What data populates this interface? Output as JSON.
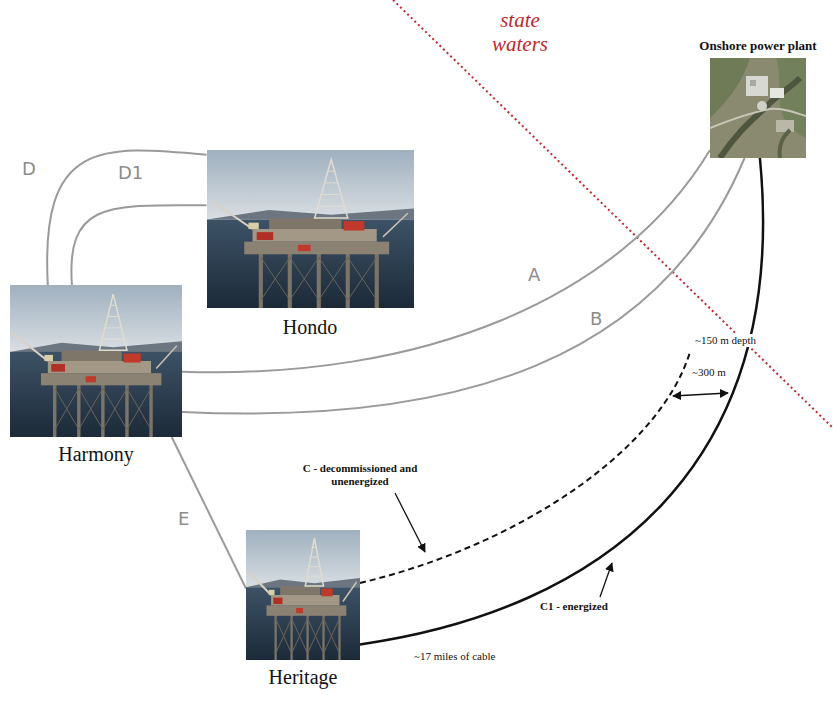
{
  "diagram": {
    "nodes": [
      {
        "text": [
          "Onshore power plant"
        ]
      },
      {
        "text": [
          "Hondo"
        ]
      },
      {
        "text": [
          "Harmony"
        ]
      },
      {
        "text": [
          "Heritage"
        ]
      }
    ],
    "edges": [
      {
        "from": 2,
        "to": 1,
        "arrow": "none",
        "label": "D"
      },
      {
        "from": 2,
        "to": 1,
        "arrow": "none",
        "label": "D1"
      },
      {
        "from": 2,
        "to": 0,
        "arrow": "none",
        "label": "A"
      },
      {
        "from": 2,
        "to": 0,
        "arrow": "none",
        "label": "B"
      },
      {
        "from": 2,
        "to": 3,
        "arrow": "none",
        "label": "E"
      },
      {
        "from": 3,
        "to": 0,
        "arrow": "none"
      }
    ],
    "labels": [
      "state waters",
      "~150 m depth",
      "~300 m",
      "C - decommissioned and unenergized",
      "C1 - energized",
      "~17 miles of cable"
    ]
  }
}
